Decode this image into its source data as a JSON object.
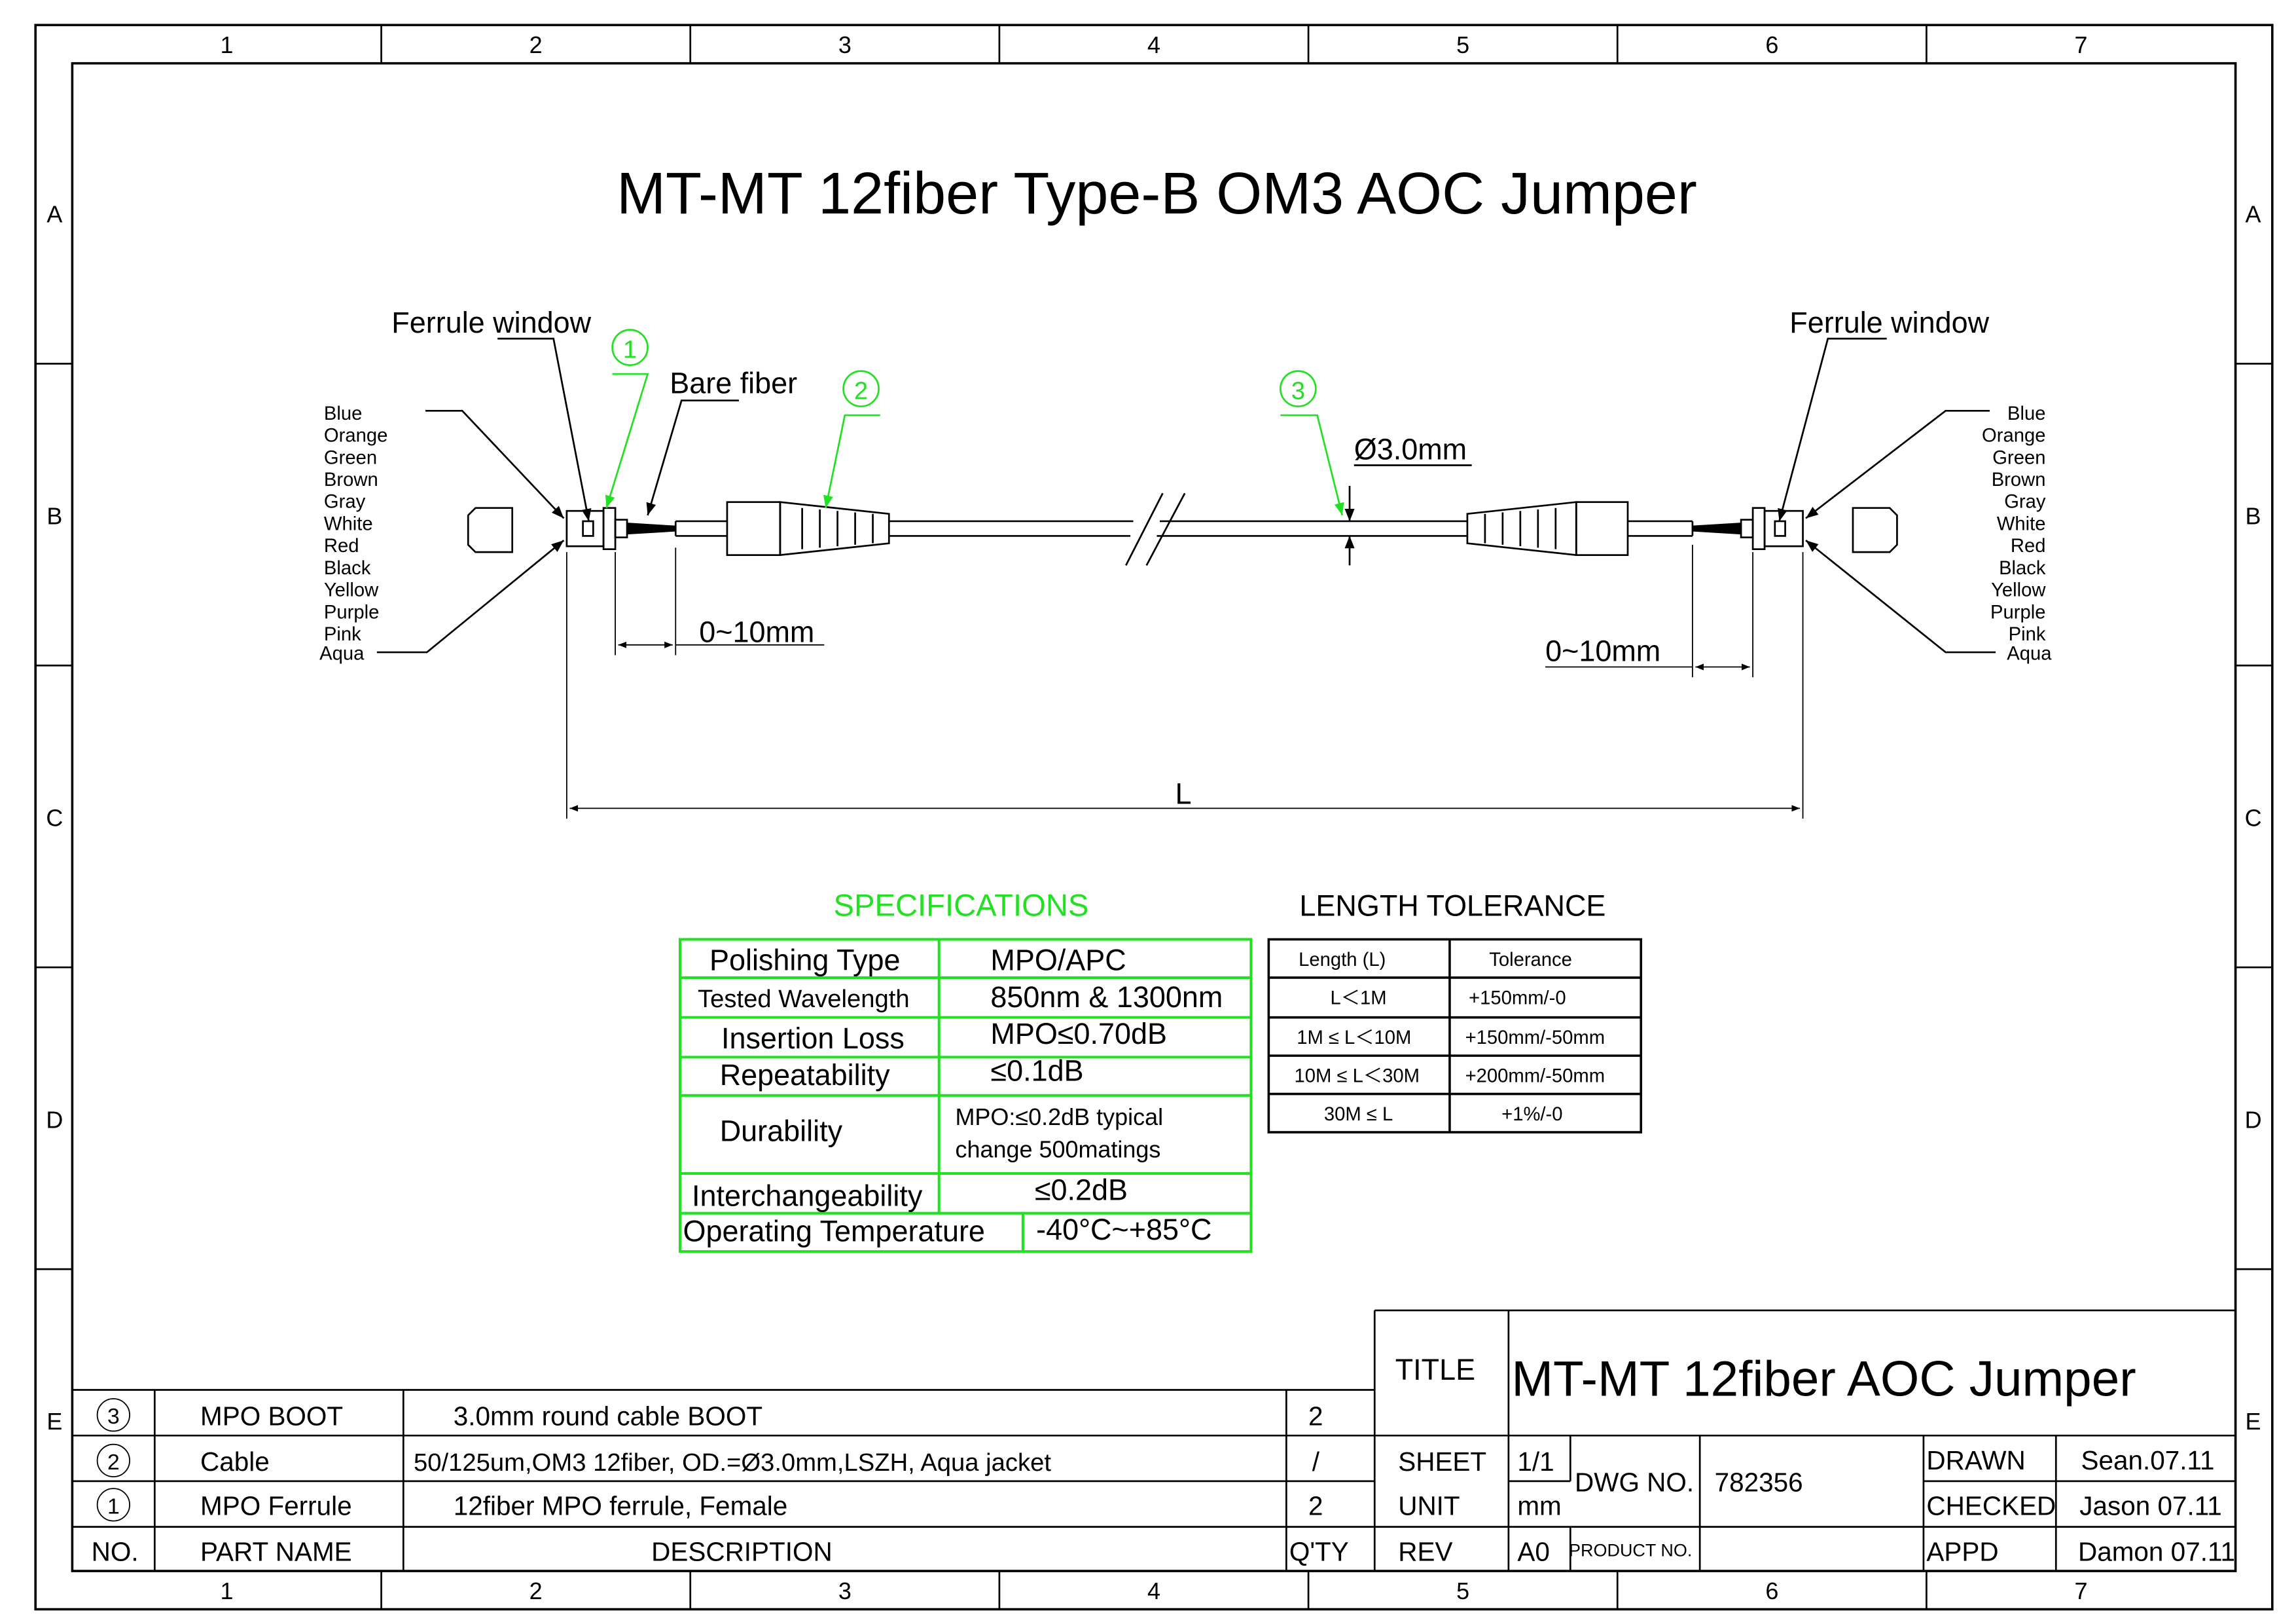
{
  "sheet": {
    "col_labels": [
      "1",
      "2",
      "3",
      "4",
      "5",
      "6",
      "7"
    ],
    "row_labels": [
      "A",
      "B",
      "C",
      "D",
      "E"
    ]
  },
  "drawing": {
    "title": "MT-MT 12fiber Type-B OM3 AOC Jumper",
    "ferrule_window": "Ferrule window",
    "bare_fiber": "Bare fiber",
    "diameter": "Ø3.0mm",
    "dim_strip": "0~10mm",
    "dim_length": "L",
    "callouts": [
      "1",
      "2",
      "3"
    ],
    "fiber_colors": [
      "Blue",
      "Orange",
      "Green",
      "Brown",
      "Gray",
      "White",
      "Red",
      "Black",
      "Yellow",
      "Purple",
      "Pink",
      "Aqua"
    ],
    "accent_color": "#22e022"
  },
  "specifications": {
    "title": "SPECIFICATIONS",
    "rows": [
      {
        "label": "Polishing Type",
        "value": "MPO/APC"
      },
      {
        "label": "Tested Wavelength",
        "value": "850nm & 1300nm"
      },
      {
        "label": "Insertion Loss",
        "value": "MPO≤0.70dB"
      },
      {
        "label": "Repeatability",
        "value": "≤0.1dB"
      },
      {
        "label": "Durability",
        "value": "MPO:≤0.2dB typical",
        "value2": "change 500matings"
      },
      {
        "label": "Interchangeability",
        "value": "≤0.2dB"
      },
      {
        "label": "Operating Temperature",
        "value": "-40°C~+85°C"
      }
    ]
  },
  "length_tolerance": {
    "title": "LENGTH TOLERANCE",
    "headers": [
      "Length (L)",
      "Tolerance"
    ],
    "rows": [
      [
        "L＜1M",
        "+150mm/-0"
      ],
      [
        "1M ≤ L＜10M",
        "+150mm/-50mm"
      ],
      [
        "10M ≤ L＜30M",
        "+200mm/-50mm"
      ],
      [
        "30M ≤ L",
        "+1%/-0"
      ]
    ]
  },
  "bom": {
    "headers": [
      "NO.",
      "PART NAME",
      "DESCRIPTION",
      "Q'TY"
    ],
    "rows": [
      {
        "no": "3",
        "name": "MPO BOOT",
        "desc": "3.0mm round cable BOOT",
        "qty": "2"
      },
      {
        "no": "2",
        "name": "Cable",
        "desc": "50/125um,OM3 12fiber, OD.=Ø3.0mm,LSZH, Aqua jacket",
        "qty": "/"
      },
      {
        "no": "1",
        "name": "MPO Ferrule",
        "desc": "12fiber MPO ferrule, Female",
        "qty": "2"
      }
    ]
  },
  "title_block": {
    "title_label": "TITLE",
    "title": "MT-MT 12fiber AOC Jumper",
    "sheet_label": "SHEET",
    "sheet": "1/1",
    "unit_label": "UNIT",
    "unit": "mm",
    "rev_label": "REV",
    "rev": "A0",
    "dwg_label": "DWG NO.",
    "dwg": "782356",
    "product_label": "PRODUCT NO.",
    "drawn_label": "DRAWN",
    "drawn": "Sean.07.11",
    "checked_label": "CHECKED",
    "checked": "Jason 07.11",
    "appd_label": "APPD",
    "appd": "Damon 07.11"
  }
}
